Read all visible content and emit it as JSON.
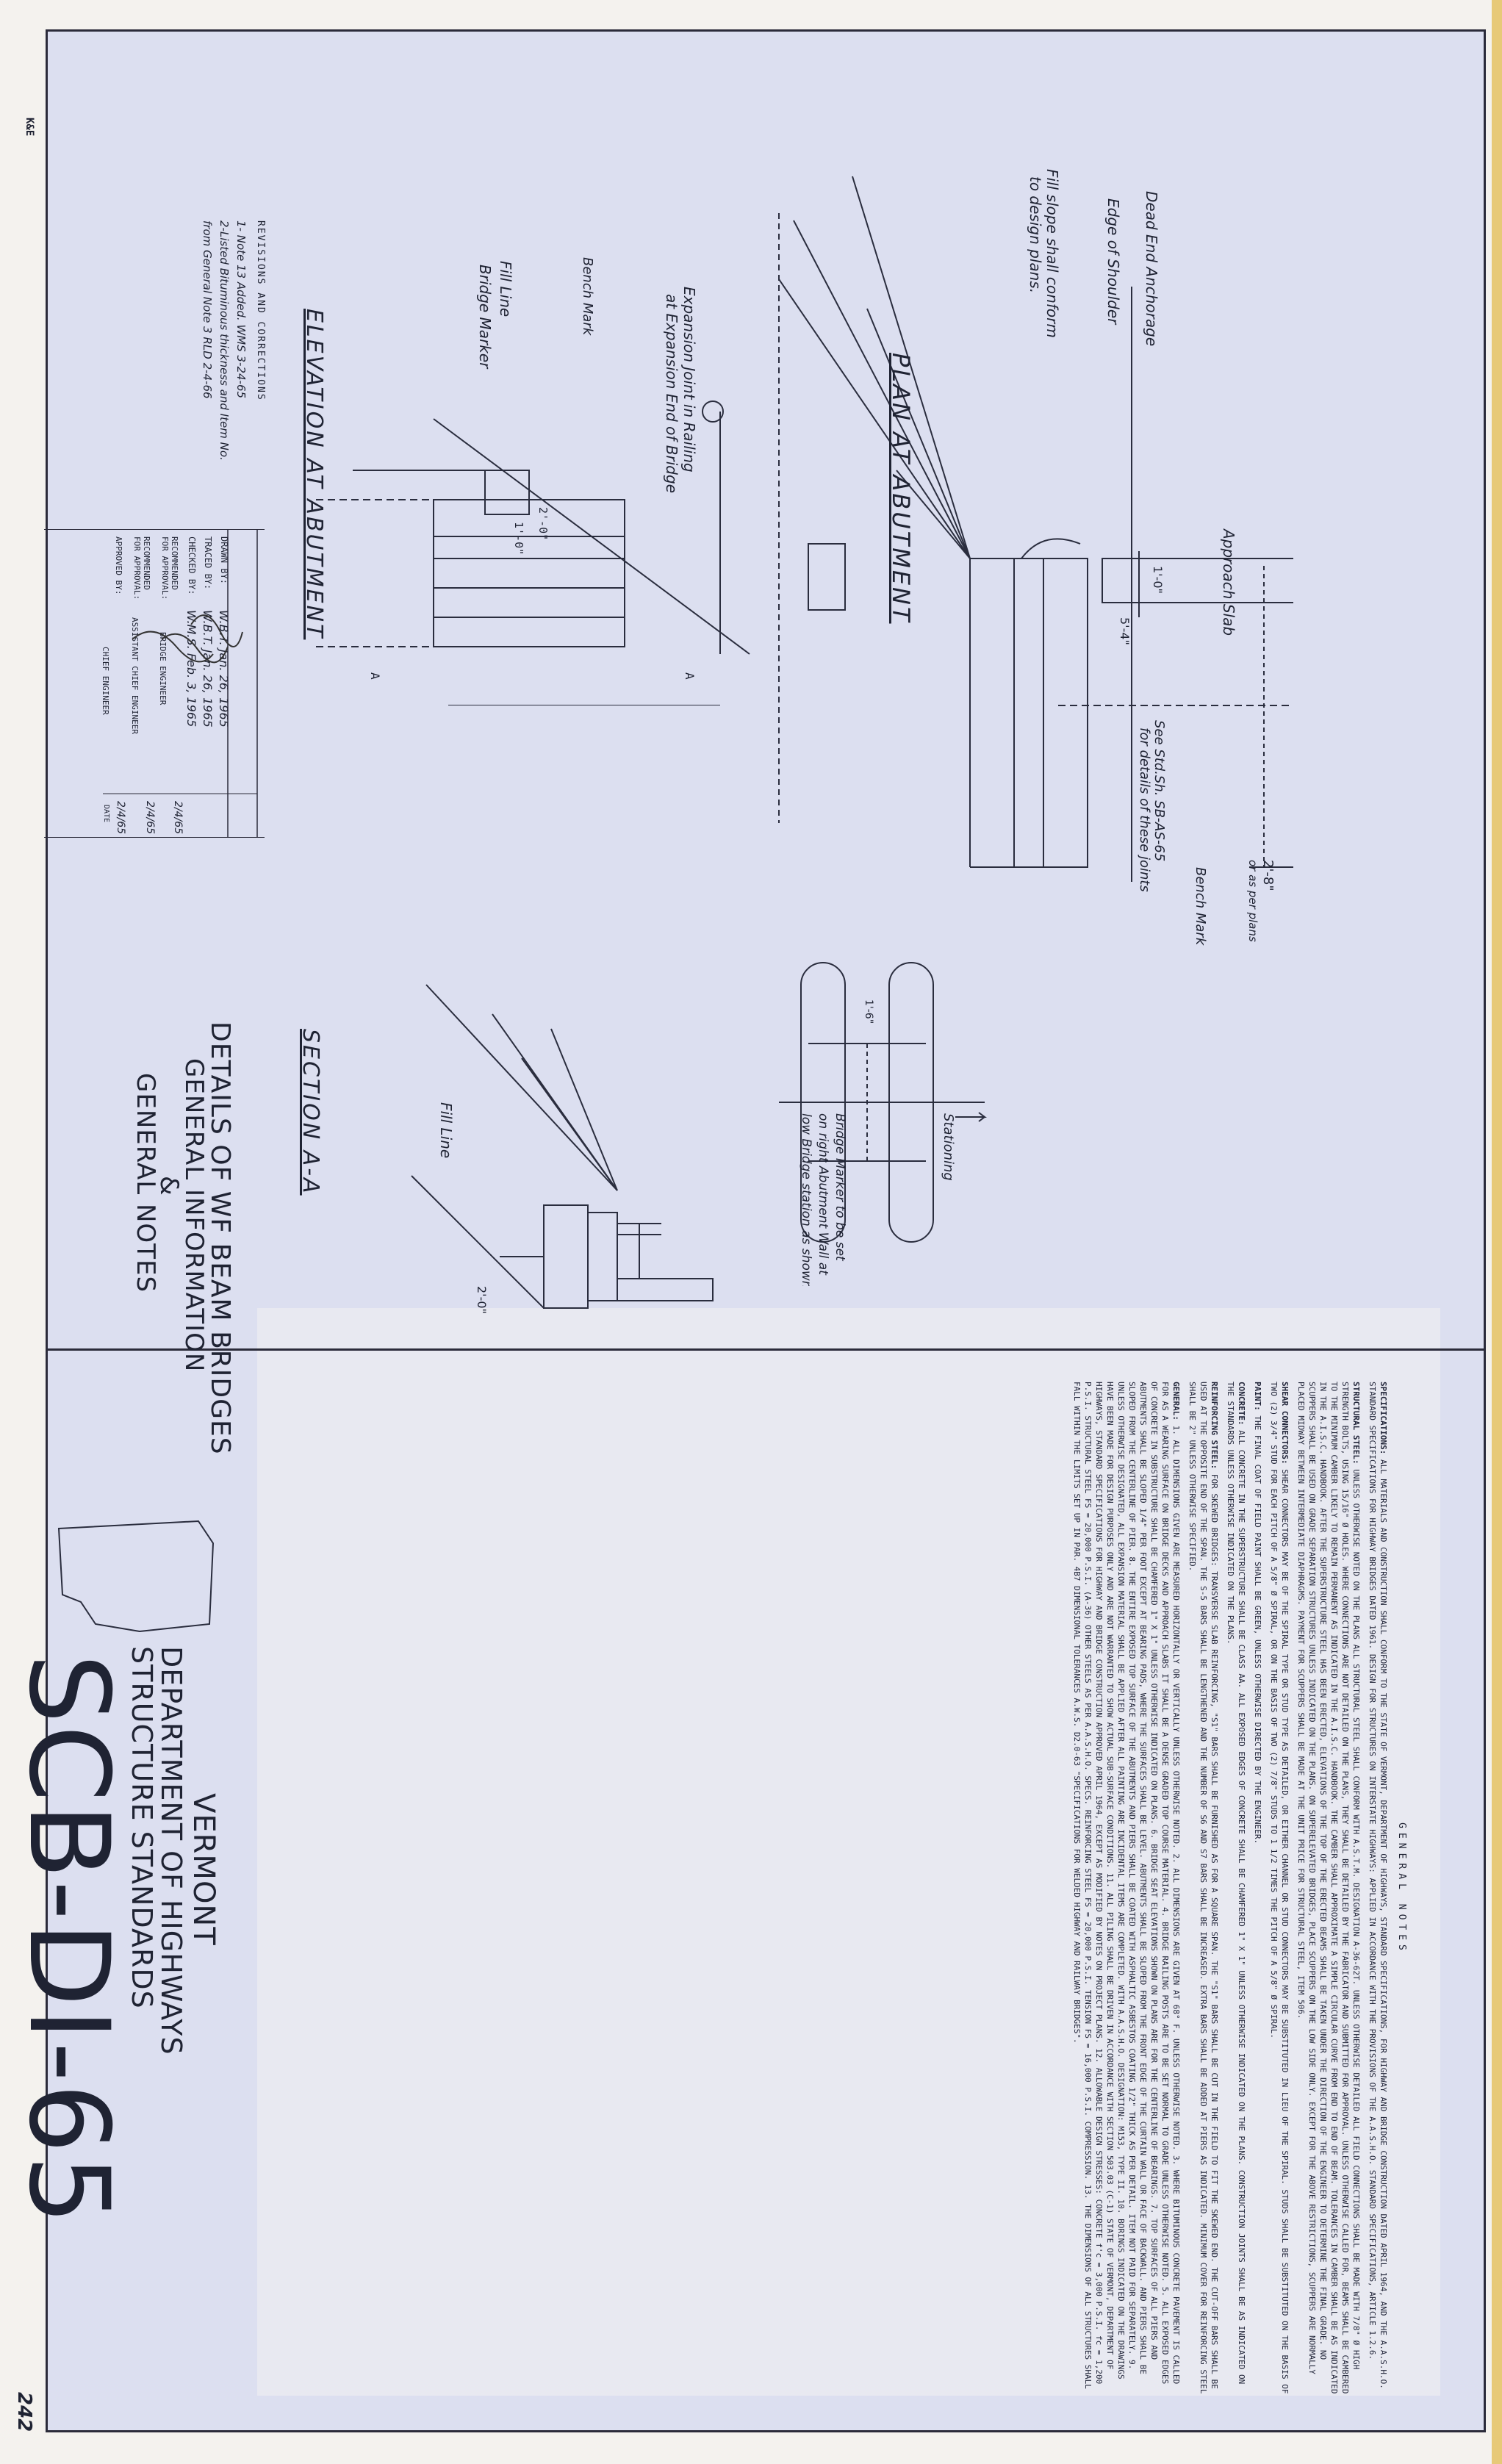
{
  "drawing": {
    "number": "SCB-DI-65",
    "agency": "VERMONT",
    "department": "DEPARTMENT OF HIGHWAYS",
    "standards": "STRUCTURE STANDARDS",
    "title_line1": "DETAILS OF WF BEAM BRIDGES",
    "title_line2": "GENERAL INFORMATION",
    "title_line3": "&",
    "title_line4": "GENERAL NOTES",
    "sheet_mark": "242",
    "corner_mark": "K&E"
  },
  "views": {
    "plan": {
      "title": "PLAN AT ABUTMENT",
      "labels": {
        "approach_slab": "Approach Slab",
        "dead_end": "Dead End Anchorage",
        "edge_shoulder": "Edge of Shoulder",
        "fill_slope": "Fill slope shall conform",
        "fill_slope2": "to design plans.",
        "joint": "See Std.Sh. SB-AS-65",
        "joint2": "for details of these joints",
        "dim_a": "1'-0\"",
        "dim_b": "5'-4\"",
        "dim_c": "2'-8\"",
        "dim_c_note": "or as per plans",
        "bench_mark": "Bench Mark",
        "stationing": "Stationing",
        "marker_dim": "1'-6\"",
        "marker_note1": "Bridge Marker to be set",
        "marker_note2": "on right Abutment Wall at",
        "marker_note3": "low Bridge station as shown."
      }
    },
    "elevation": {
      "title": "ELEVATION AT ABUTMENT",
      "labels": {
        "expansion": "Expansion Joint in Railing",
        "expansion2": "at Expansion End of Bridge",
        "bench_mark": "Bench Mark",
        "fill_line": "Fill Line",
        "bridge_marker": "Bridge Marker",
        "dim_a": "2'-0\"",
        "dim_b": "1'-0\"",
        "section_mark": "A"
      }
    },
    "section": {
      "title": "SECTION A-A",
      "labels": {
        "fill_line": "Fill Line",
        "dim": "2'-0\""
      }
    }
  },
  "revisions": {
    "heading": "REVISIONS AND CORRECTIONS",
    "entries": [
      "1- Note 13 Added. WMS 3-24-65",
      "2-Listed Bituminous thickness and Item No.",
      "from General Note 3  RLD 2-4-66"
    ]
  },
  "signatures": {
    "rows": [
      {
        "label": "DRAWN BY:",
        "value": "W.B.T.  Jan. 26, 1965",
        "date": ""
      },
      {
        "label": "TRACED BY:",
        "value": "W.B.T.  Jan. 26, 1965",
        "date": ""
      },
      {
        "label": "CHECKED BY:",
        "value": "W.M.S.  Feb. 3, 1965",
        "date": ""
      },
      {
        "label": "RECOMMENDED FOR APPROVAL:",
        "value": "BRIDGE ENGINEER",
        "date": "2/4/65"
      },
      {
        "label": "RECOMMENDED FOR APPROVAL:",
        "value": "ASSISTANT CHIEF ENGINEER",
        "date": "2/4/65"
      },
      {
        "label": "APPROVED BY:",
        "value": "CHIEF ENGINEER",
        "date": "2/4/65"
      }
    ],
    "date_label": "DATE"
  },
  "general_notes": {
    "heading": "GENERAL NOTES",
    "sections": [
      {
        "category": "SPECIFICATIONS:",
        "text": "ALL MATERIALS AND CONSTRUCTION SHALL CONFORM TO THE STATE OF VERMONT, DEPARTMENT OF HIGHWAYS, STANDARD SPECIFICATIONS, FOR HIGHWAY AND BRIDGE CONSTRUCTION DATED APRIL 1964, AND THE A.A.S.H.O. STANDARD SPECIFICATIONS FOR HIGHWAY BRIDGES DATED 1961. DESIGN FOR STRUCTURES ON INTERSTATE HIGHWAYS: APPLIED IN ACCORDANCE WITH THE PROVISIONS OF THE A.A.S.H.O. STANDARD SPECIFICATIONS, ARTICLE 1.2.6."
      },
      {
        "category": "STRUCTURAL STEEL:",
        "text": "UNLESS OTHERWISE NOTED ON THE PLANS ALL STRUCTURAL STEEL SHALL CONFORM WITH A.S.T.M. DESIGNATION A-36-62T. UNLESS OTHERWISE DETAILED ALL FIELD CONNECTIONS SHALL BE MADE WITH 7/8\" Ø HIGH STRENGTH BOLTS, USING 15/16\" Ø HOLES. WHERE CONNECTIONS ARE NOT DETAILED ON THE PLANS, THEY SHALL BE DETAILED BY THE FABRICATOR AND SUBMITTED FOR APPROVAL. UNLESS OTHERWISE CALLED FOR, BEAMS SHALL BE CAMBERED TO THE MINIMUM CAMBER LIKELY TO REMAIN PERMANENT AS INDICATED IN THE A.I.S.C. HANDBOOK. THE CAMBER SHALL APPROXIMATE A SIMPLE CIRCULAR CURVE FROM END TO END OF BEAM. TOLERANCES IN CAMBER SHALL BE AS INDICATED IN THE A.I.S.C. HANDBOOK. AFTER THE SUPERSTRUCTURE STEEL HAS BEEN ERECTED, ELEVATIONS OF THE TOP OF THE ERECTED BEAMS SHALL BE TAKEN UNDER THE DIRECTION OF THE ENGINEER TO DETERMINE THE FINAL GRADE. NO SCUPPERS SHALL BE USED ON GRADE SEPARATION STRUCTURES UNLESS INDICATED ON THE PLANS. ON SUPERELEVATED BRIDGES, PLACE SCUPPERS ON THE LOW SIDE ONLY. EXCEPT FOR THE ABOVE RESTRICTIONS, SCUPPERS ARE NORMALLY PLACED MIDWAY BETWEEN INTERMEDIATE DIAPHRAGMS. PAYMENT FOR SCUPPERS SHALL BE MADE AT THE UNIT PRICE FOR STRUCTURAL STEEL, ITEM 506."
      },
      {
        "category": "SHEAR CONNECTORS:",
        "text": "SHEAR CONNECTORS MAY BE OF THE SPIRAL TYPE OR STUD TYPE AS DETAILED, OR EITHER CHANNEL OR STUD CONNECTORS MAY BE SUBSTITUTED IN LIEU OF THE SPIRAL. STUDS SHALL BE SUBSTITUTED ON THE BASIS OF TWO (2) 3/4\" STUD FOR EACH PITCH OF A 5/8\" Ø SPIRAL, OR ON THE BASIS OF TWO (2) 7/8\" STUDS TO 1 1/2 TIMES THE PITCH OF A 5/8\" Ø SPIRAL."
      },
      {
        "category": "PAINT:",
        "text": "THE FINAL COAT OF FIELD PAINT SHALL BE GREEN, UNLESS OTHERWISE DIRECTED BY THE ENGINEER."
      },
      {
        "category": "CONCRETE:",
        "text": "ALL CONCRETE IN THE SUPERSTRUCTURE SHALL BE CLASS AA. ALL EXPOSED EDGES OF CONCRETE SHALL BE CHAMFERED 1\" X 1\" UNLESS OTHERWISE INDICATED ON THE PLANS. CONSTRUCTION JOINTS SHALL BE AS INDICATED ON THE STANDARDS UNLESS OTHERWISE INDICATED ON THE PLANS."
      },
      {
        "category": "REINFORCING STEEL:",
        "text": "FOR SKEWED BRIDGES: TRANSVERSE SLAB REINFORCING, \"S1\" BARS SHALL BE FURNISHED AS FOR A SQUARE SPAN. THE \"S1\" BARS SHALL BE CUT IN THE FIELD TO FIT THE SKEWED END. THE CUT-OFF BARS SHALL BE USED AT THE OPPOSITE END OF THE SPAN. THE S-5 BARS SHALL BE LENGTHENED AND THE NUMBER OF S6 AND S7 BARS SHALL BE INCREASED. EXTRA BARS SHALL BE ADDED AT PIERS AS INDICATED. MINIMUM COVER FOR REINFORCING STEEL SHALL BE 2\" UNLESS OTHERWISE SPECIFIED."
      },
      {
        "category": "GENERAL:",
        "text": "1. ALL DIMENSIONS GIVEN ARE MEASURED HORIZONTALLY OR VERTICALLY UNLESS OTHERWISE NOTED. 2. ALL DIMENSIONS ARE GIVEN AT 68° F. UNLESS OTHERWISE NOTED. 3. WHERE BITUMINOUS CONCRETE PAVEMENT IS CALLED FOR AS A WEARING SURFACE ON BRIDGE DECKS AND APPROACH SLABS IT SHALL BE A DENSE GRADED TOP COURSE MATERIAL. 4. BRIDGE RAILING POSTS ARE TO BE SET NORMAL TO GRADE UNLESS OTHERWISE NOTED. 5. ALL EXPOSED EDGES OF CONCRETE IN SUBSTRUCTURE SHALL BE CHAMFERED 1\" X 1\" UNLESS OTHERWISE INDICATED ON PLANS. 6. BRIDGE SEAT ELEVATIONS SHOWN ON PLANS ARE FOR THE CENTERLINE OF BEARINGS. 7. TOP SURFACES OF ALL PIERS AND ABUTMENTS SHALL BE SLOPED 1/4\" PER FOOT EXCEPT AT BEARING PADS, WHERE THE SURFACES SHALL BE LEVEL. ABUTMENTS SHALL BE SLOPED FROM THE FRONT EDGE OF THE CURTAIN WALL OR FACE OF BACKWALL. AND PIERS SHALL BE SLOPED FROM THE CENTERLINE OF PIER. 8. THE ENTIRE EXPOSED TOP SURFACE OF THE ABUTMENTS AND PIERS SHALL BE COATED WITH ASPHALTIC ASBESTOS COATING 1/2\" THICK AS PER DETAIL. ITEM NOT PAID FOR SEPARATELY. 9. UNLESS OTHERWISE DESIGNATED, ALL EXPANSION MATERIAL SHALL BE APPLIED AFTER ALL PAINTING ARE INCIDENTAL ITEMS ARE COMPLETED. WITH A.A.S.H.O. DESIGNATION: M153, TYPE II. 10. BORINGS INDICATED ON THE DRAWINGS HAVE BEEN MADE FOR DESIGN PURPOSES ONLY AND ARE NOT WARRANTED TO SHOW ACTUAL SUB-SURFACE CONDITIONS. 11. ALL PILING SHALL BE DRIVEN IN ACCORDANCE WITH SECTION 503.03 (C-1) STATE OF VERMONT, DEPARTMENT OF HIGHWAYS, STANDARD SPECIFICATIONS FOR HIGHWAY AND BRIDGE CONSTRUCTION APPROVED APRIL 1964, EXCEPT AS MODIFIED BY NOTES ON PROJECT PLANS. 12. ALLOWABLE DESIGN STRESSES: CONCRETE f'c = 3,000 P.S.I.  fc = 1,200 P.S.I. STRUCTURAL STEEL FS = 20,000 P.S.I. (A-36) OTHER STEELS AS PER A.A.S.H.O. SPECS. REINFORCING STEEL FS = 20,000 P.S.I. TENSION  FS = 16,000 P.S.I. COMPRESSION. 13. THE DIMENSIONS OF ALL STRUCTURES SHALL FALL WITHIN THE LIMITS SET UP IN PAR. 4B7 DIMENSIONAL TOLERANCES A.W.S. D2.0-63 \"SPECIFICATIONS FOR WELDED HIGHWAY AND RAILWAY BRIDGES\"."
      }
    ]
  }
}
